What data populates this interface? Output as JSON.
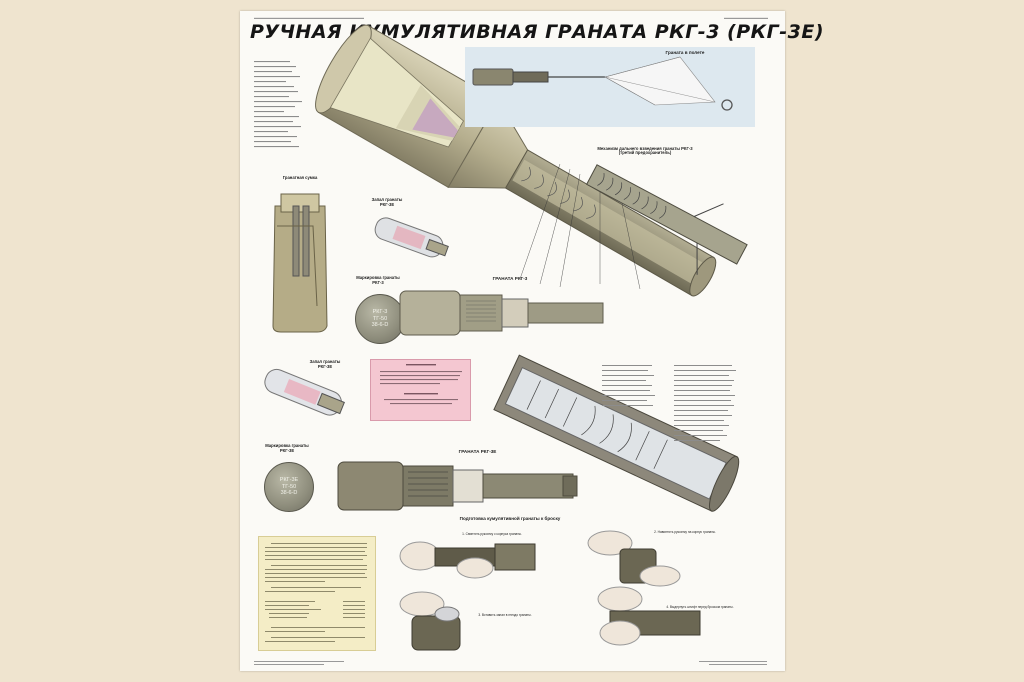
{
  "poster": {
    "title": "РУЧНАЯ КУМУЛЯТИВНАЯ ГРАНАТА РКГ-3 (РКГ-3Е)",
    "labels": {
      "grenade_in_flight": "Граната в полете",
      "delay_mechanism": "Механизм дальнего взведения гранаты РКГ-3 (третий предохранитель)",
      "grenade_bag": "Гранатная сумка",
      "fuze_rkg3e_top": "Запал гранаты РКГ-3Е",
      "marking_rkg3": "Маркировка гранаты РКГ-3",
      "grenade_rkg3": "ГРАНАТА РКГ-3",
      "fuze_rkg3e_bottom": "Запал гранаты РКГ-3Е",
      "marking_rkg3e": "Маркировка гранаты РКГ-3Е",
      "grenade_rkg3e": "ГРАНАТА РКГ-3Е",
      "preparation": "Подготовка кумулятивной гранаты к броску"
    },
    "markings": {
      "rkg3": [
        "РКГ-3",
        "ТГ-50",
        "38-6-D"
      ],
      "rkg3e": [
        "РКГ-3Е",
        "ТГ-50",
        "38-6-D"
      ]
    },
    "steps": [
      "1. Свинтить рукоятку с корпуса гранаты.",
      "2. Навинтить рукоятку на корпус гранаты.",
      "3. Вставить запал в гнездо гранаты.",
      "4. Выдернуть штифт перед броском гранаты."
    ]
  }
}
